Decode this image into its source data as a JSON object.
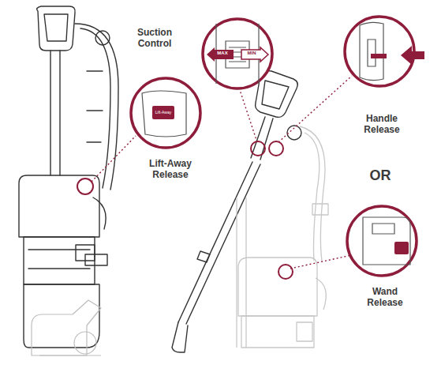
{
  "diagram": {
    "labels": [
      "Suction Control",
      "MAX",
      "MIN",
      "Handle Release",
      "Lift-Away",
      "Lift-Away Release",
      "OR",
      "Wand Release"
    ]
  }
}
